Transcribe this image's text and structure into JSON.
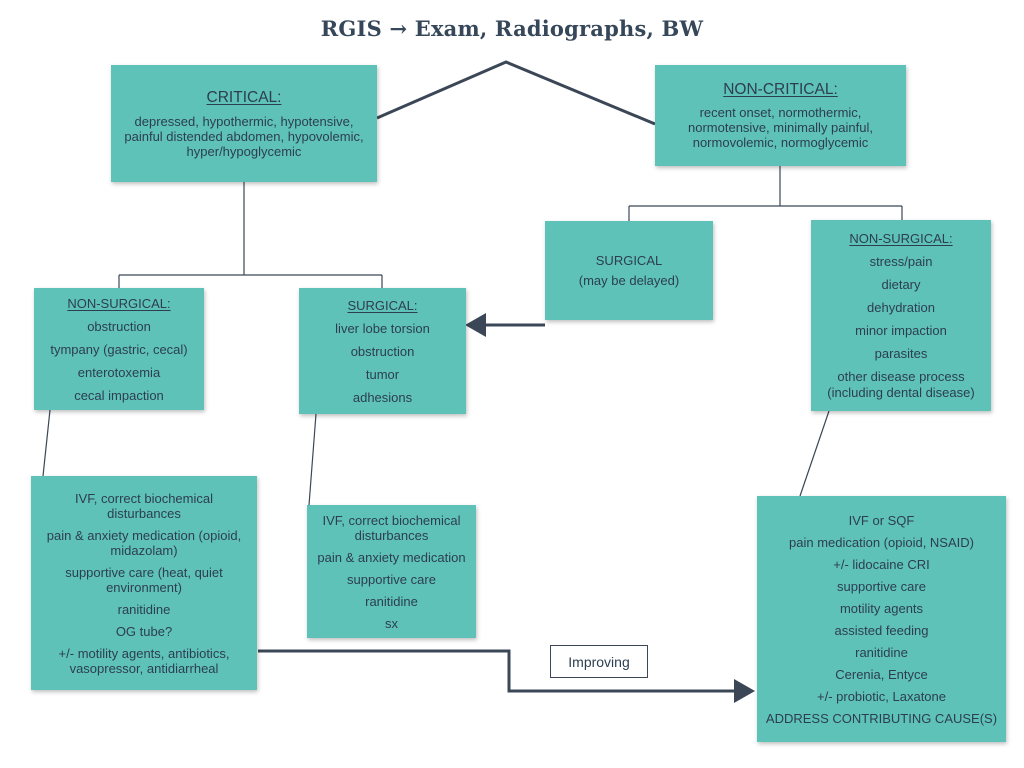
{
  "title": "RGIS → Exam, Radiographs, BW",
  "critical": {
    "header": "CRITICAL:",
    "lines": [
      "depressed, hypothermic, hypotensive,",
      "painful distended abdomen, hypovolemic,",
      "hyper/hypoglycemic"
    ]
  },
  "non_critical": {
    "header": "NON-CRITICAL:",
    "lines": [
      "recent onset, normothermic,",
      "normotensive, minimally painful,",
      "normovolemic, normoglycemic"
    ]
  },
  "surgical_delayed": {
    "lines": [
      "SURGICAL",
      "(may be delayed)"
    ]
  },
  "non_surgical_right": {
    "header": "NON-SURGICAL:",
    "lines": [
      "stress/pain",
      "dietary",
      "dehydration",
      "minor impaction",
      "parasites",
      "other disease process",
      "(including dental disease)"
    ]
  },
  "non_surgical_left": {
    "header": "NON-SURGICAL:",
    "lines": [
      "obstruction",
      "tympany (gastric, cecal)",
      "enterotoxemia",
      "cecal impaction"
    ]
  },
  "surgical_left": {
    "header": "SURGICAL:",
    "lines": [
      "liver lobe torsion",
      "obstruction",
      "tumor",
      "adhesions"
    ]
  },
  "treatment_left": {
    "lines": [
      "IVF, correct biochemical disturbances",
      "pain & anxiety medication (opioid, midazolam)",
      "supportive care (heat, quiet environment)",
      "ranitidine",
      "OG tube?",
      "+/- motility agents, antibiotics, vasopressor, antidiarrheal"
    ]
  },
  "treatment_surgical": {
    "lines": [
      "IVF, correct biochemical disturbances",
      "pain & anxiety medication",
      "supportive care",
      "ranitidine",
      "sx"
    ]
  },
  "treatment_right": {
    "lines": [
      "IVF or SQF",
      "pain medication (opioid, NSAID)",
      "+/- lidocaine CRI",
      "supportive care",
      "motility agents",
      "assisted feeding",
      "ranitidine",
      "Cerenia, Entyce",
      "+/- probiotic, Laxatone",
      "ADDRESS CONTRIBUTING CAUSE(S)"
    ]
  },
  "improving_label": "Improving",
  "colors": {
    "box_fill": "#5fc2b9",
    "line": "#3b4756",
    "title": "#36475a"
  }
}
